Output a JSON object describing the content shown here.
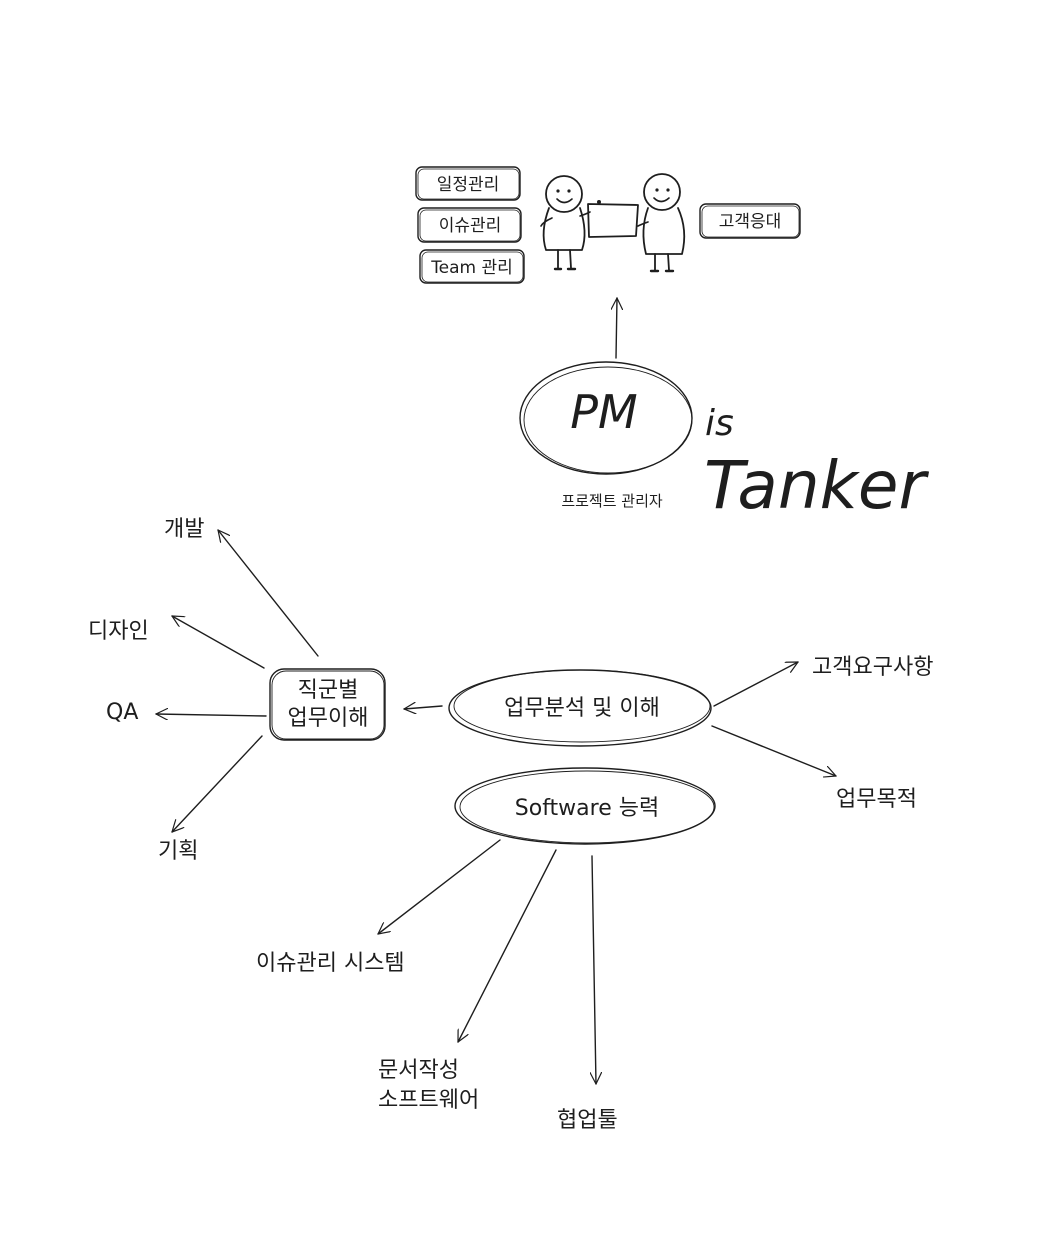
{
  "pm_tasks": [
    "일정관리",
    "이슈관리",
    "Team 관리"
  ],
  "customer_box": "고객응대",
  "pm_label": "PM",
  "pm_caption": "프로젝트 관리자",
  "tagline": {
    "is": "is",
    "tanker": "Tanker"
  },
  "center_node": "업무분석 및 이해",
  "jobs_node": [
    "직군별",
    "업무이해"
  ],
  "job_roles": [
    "개발",
    "디자인",
    "QA",
    "기획"
  ],
  "right_items": [
    "고객요구사항",
    "업무목적"
  ],
  "software_node": "Software 능력",
  "software_items": {
    "issue": "이슈관리 시스템",
    "doc": [
      "문서작성",
      "소프트웨어"
    ],
    "collab": "협업툴"
  }
}
